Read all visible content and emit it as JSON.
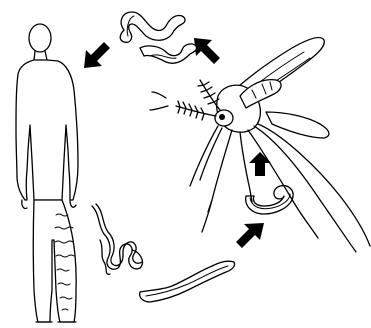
{
  "diagram": {
    "title": "",
    "background": "#ffffff",
    "stroke": "#000000",
    "stages": [
      {
        "id": "human-host",
        "icon": "human-figure-icon"
      },
      {
        "id": "microfilariae-in-lymph",
        "icon": "microfilaria-icon"
      },
      {
        "id": "larva-stage-1",
        "icon": "larva-icon"
      },
      {
        "id": "larva-stage-2",
        "icon": "coiled-larva-icon"
      },
      {
        "id": "mosquito-vector",
        "icon": "mosquito-icon"
      },
      {
        "id": "infective-larva",
        "icon": "worm-icon"
      }
    ],
    "arrows": [
      {
        "from": "larva-stage-1",
        "to": "larva-stage-2",
        "direction": "up-right"
      },
      {
        "from": "larva-stage-2",
        "to": "mosquito-vector",
        "direction": "up"
      },
      {
        "from": "mosquito-vector",
        "to": "infective-larva",
        "direction": "up-left"
      },
      {
        "from": "infective-larva",
        "to": "human-host",
        "direction": "down-left"
      }
    ]
  }
}
